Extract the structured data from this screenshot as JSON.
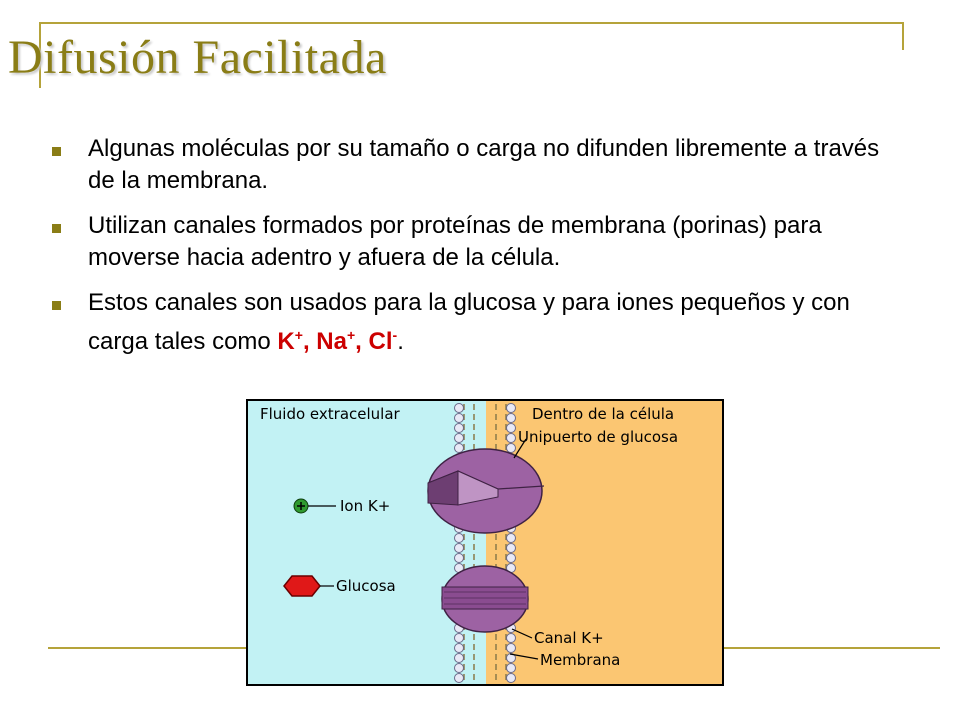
{
  "slide": {
    "title": "Difusión Facilitada",
    "bullets": [
      {
        "text": "Algunas moléculas por su tamaño o carga no difunden libremente a través de la membrana."
      },
      {
        "text": "Utilizan canales formados por proteínas de membrana (porinas) para moverse hacia adentro y afuera de la célula."
      },
      {
        "text": "Estos canales son usados para la glucosa y para iones pequeños y con carga tales como ",
        "ions": [
          {
            "symbol": "K",
            "charge": "+"
          },
          {
            "symbol": "Na",
            "charge": "+"
          },
          {
            "symbol": "Cl",
            "charge": "-"
          }
        ],
        "sep": ", ",
        "end": "."
      }
    ]
  },
  "figure": {
    "labels": {
      "extracellular": "Fluido extracelular",
      "inside": "Dentro de la célula",
      "uniporter": "Unipuerto de glucosa",
      "ion_k": "Ion K+",
      "glucose": "Glucosa",
      "k_channel": "Canal K+",
      "membrane": "Membrana"
    },
    "colors": {
      "extracellular": "#c2f2f4",
      "cytoplasm": "#fbc672",
      "protein": "#9d62a3",
      "glucose": "#e01818",
      "ion": "#2f9a2f",
      "accent": "#8a7d16",
      "ions_highlight": "#cc0000"
    }
  }
}
